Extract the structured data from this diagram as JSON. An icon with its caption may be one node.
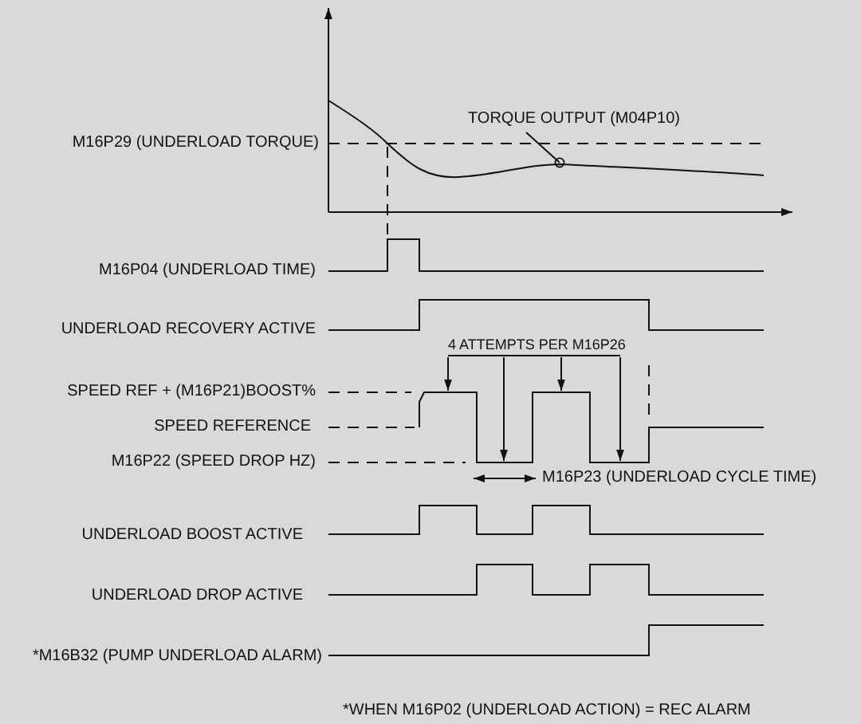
{
  "diagram": {
    "nodes": [
      {
        "text": [
          "TORQUE OUTPUT (M04P10)"
        ],
        "in": 2
      },
      {
        "text": [
          "4 ATTEMPTS PER M16P26"
        ]
      },
      {
        "text": [],
        "shape": "picture"
      },
      {
        "text": [],
        "shape": "picture"
      }
    ],
    "edges": [
      {
        "from": 0,
        "to": 2,
        "arrow": "other"
      },
      {
        "from": 1,
        "to": 3,
        "arrow": "to"
      },
      {
        "from": 1,
        "to": 3,
        "arrow": "to"
      },
      {
        "from": 1,
        "to": 3,
        "arrow": "to"
      },
      {
        "from": 1,
        "to": 3,
        "arrow": "to"
      }
    ],
    "labels": [
      "M16P29 (UNDERLOAD TORQUE)",
      "M16P04 (UNDERLOAD TIME)",
      "UNDERLOAD RECOVERY ACTIVE",
      "SPEED REF + (M16P21)BOOST%",
      "SPEED REFERENCE",
      "M16P22 (SPEED DROP HZ)",
      "M16P23 (UNDERLOAD CYCLE TIME)",
      "UNDERLOAD BOOST ACTIVE",
      "UNDERLOAD DROP ACTIVE",
      "*M16B32 (PUMP UNDERLOAD ALARM)",
      "*WHEN M16P02 (UNDERLOAD ACTION) = REC ALARM"
    ]
  }
}
